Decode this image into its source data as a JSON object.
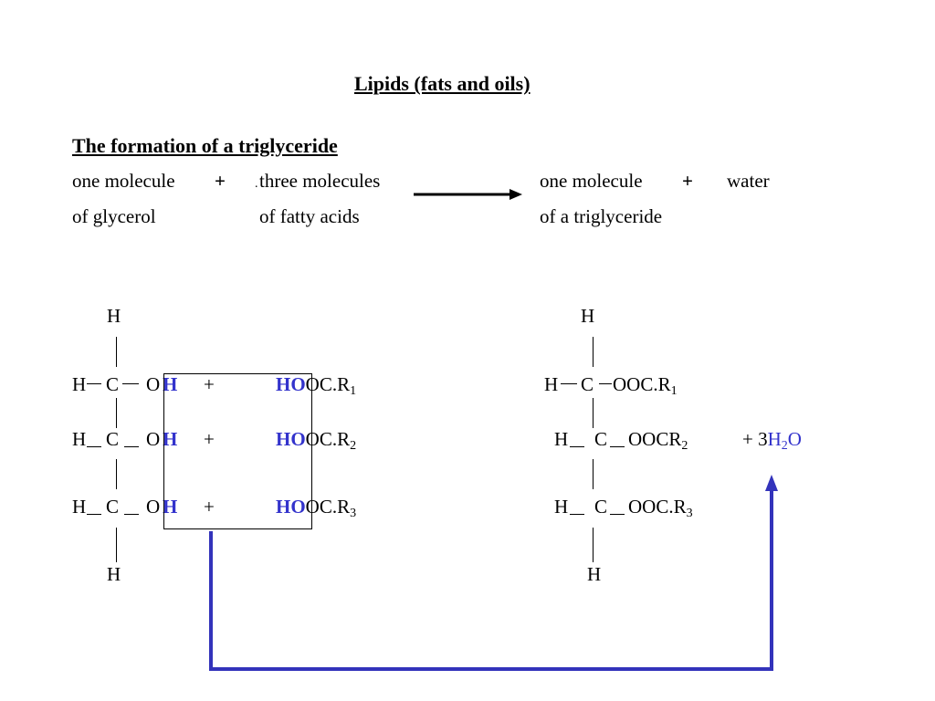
{
  "title": "Lipids (fats and oils)",
  "section_heading": "The formation of a triglyceride",
  "word_equation": {
    "reactant1_line1": "one molecule",
    "reactant1_line2": "of glycerol",
    "plus1": "+",
    "reactant2_line1": "three molecules",
    "reactant2_line2": "of fatty acids",
    "dot": ".",
    "product1_line1": "one molecule",
    "product1_line2": "of a triglyceride",
    "plus2": "+",
    "product2": "water"
  },
  "glycerol": {
    "top_h": "H",
    "bottom_h": "H",
    "rows": [
      {
        "h": "H",
        "c": "C",
        "o": "O",
        "oh_h": "H"
      },
      {
        "h": "H",
        "c": "C",
        "o": "O",
        "oh_h": "H"
      },
      {
        "h": "H",
        "c": "C",
        "o": "O",
        "oh_h": "H"
      }
    ]
  },
  "reaction_plus": "+",
  "fatty_acids": [
    {
      "ho": "HO",
      "rest": "OC.R",
      "sub": "1"
    },
    {
      "ho": "HO",
      "rest": "OC.R",
      "sub": "2"
    },
    {
      "ho": "HO",
      "rest": "OC.R",
      "sub": "3"
    }
  ],
  "triglyceride": {
    "top_h": "H",
    "bottom_h": "H",
    "rows": [
      {
        "h": "H",
        "c": "C",
        "ester": "OOC.R",
        "sub": "1"
      },
      {
        "h": "H",
        "c": "C",
        "ester": "OOCR",
        "sub": "2"
      },
      {
        "h": "H",
        "c": "C",
        "ester": "OOC.R",
        "sub": "3"
      }
    ]
  },
  "water_product": {
    "prefix": "+ 3",
    "h": "H",
    "sub": "2",
    "o": "O"
  },
  "colors": {
    "highlight": "#3333cc",
    "arrow": "#3333bb"
  }
}
